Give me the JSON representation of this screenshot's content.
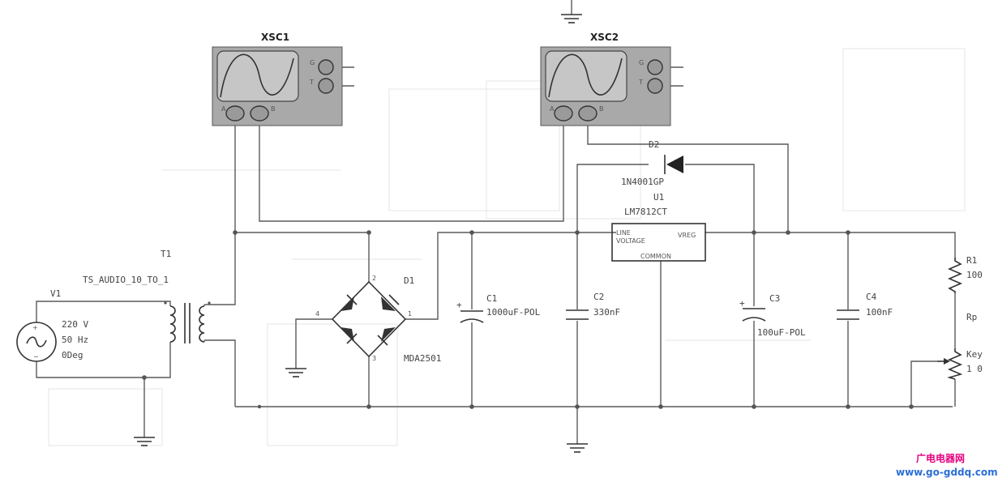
{
  "scopes": {
    "xsc1": {
      "name": "XSC1",
      "pin_g": "G",
      "pin_t": "T",
      "pin_a": "A",
      "pin_b": "B"
    },
    "xsc2": {
      "name": "XSC2",
      "pin_g": "G",
      "pin_t": "T",
      "pin_a": "A",
      "pin_b": "B"
    }
  },
  "source": {
    "ref": "V1",
    "voltage": "220 V",
    "frequency": "50 Hz",
    "phase": "0Deg"
  },
  "transformer": {
    "ref": "T1",
    "model": "TS_AUDIO_10_TO_1"
  },
  "bridge": {
    "ref": "D1",
    "model": "MDA2501",
    "pin1": "1",
    "pin2": "2",
    "pin3": "3",
    "pin4": "4"
  },
  "diode": {
    "ref": "D2",
    "model": "1N4001GP"
  },
  "regulator": {
    "ref": "U1",
    "model": "LM7812CT",
    "pin_in": "LINE",
    "pin_in2": "VOLTAGE",
    "pin_out": "VREG",
    "pin_com": "COMMON"
  },
  "capacitors": [
    {
      "ref": "C1",
      "value": "1000uF-POL"
    },
    {
      "ref": "C2",
      "value": "330nF"
    },
    {
      "ref": "C3",
      "value": "100uF-POL"
    },
    {
      "ref": "C4",
      "value": "100nF"
    }
  ],
  "resistor": {
    "ref": "R1",
    "value": "100"
  },
  "pot": {
    "ref": "Rp",
    "key": "Key",
    "value": "1 0"
  },
  "watermark": {
    "line1": "广电电器网",
    "line2": "www.go-gddq.com",
    "color1": "#e6007e",
    "color2": "#2b6fd6"
  }
}
